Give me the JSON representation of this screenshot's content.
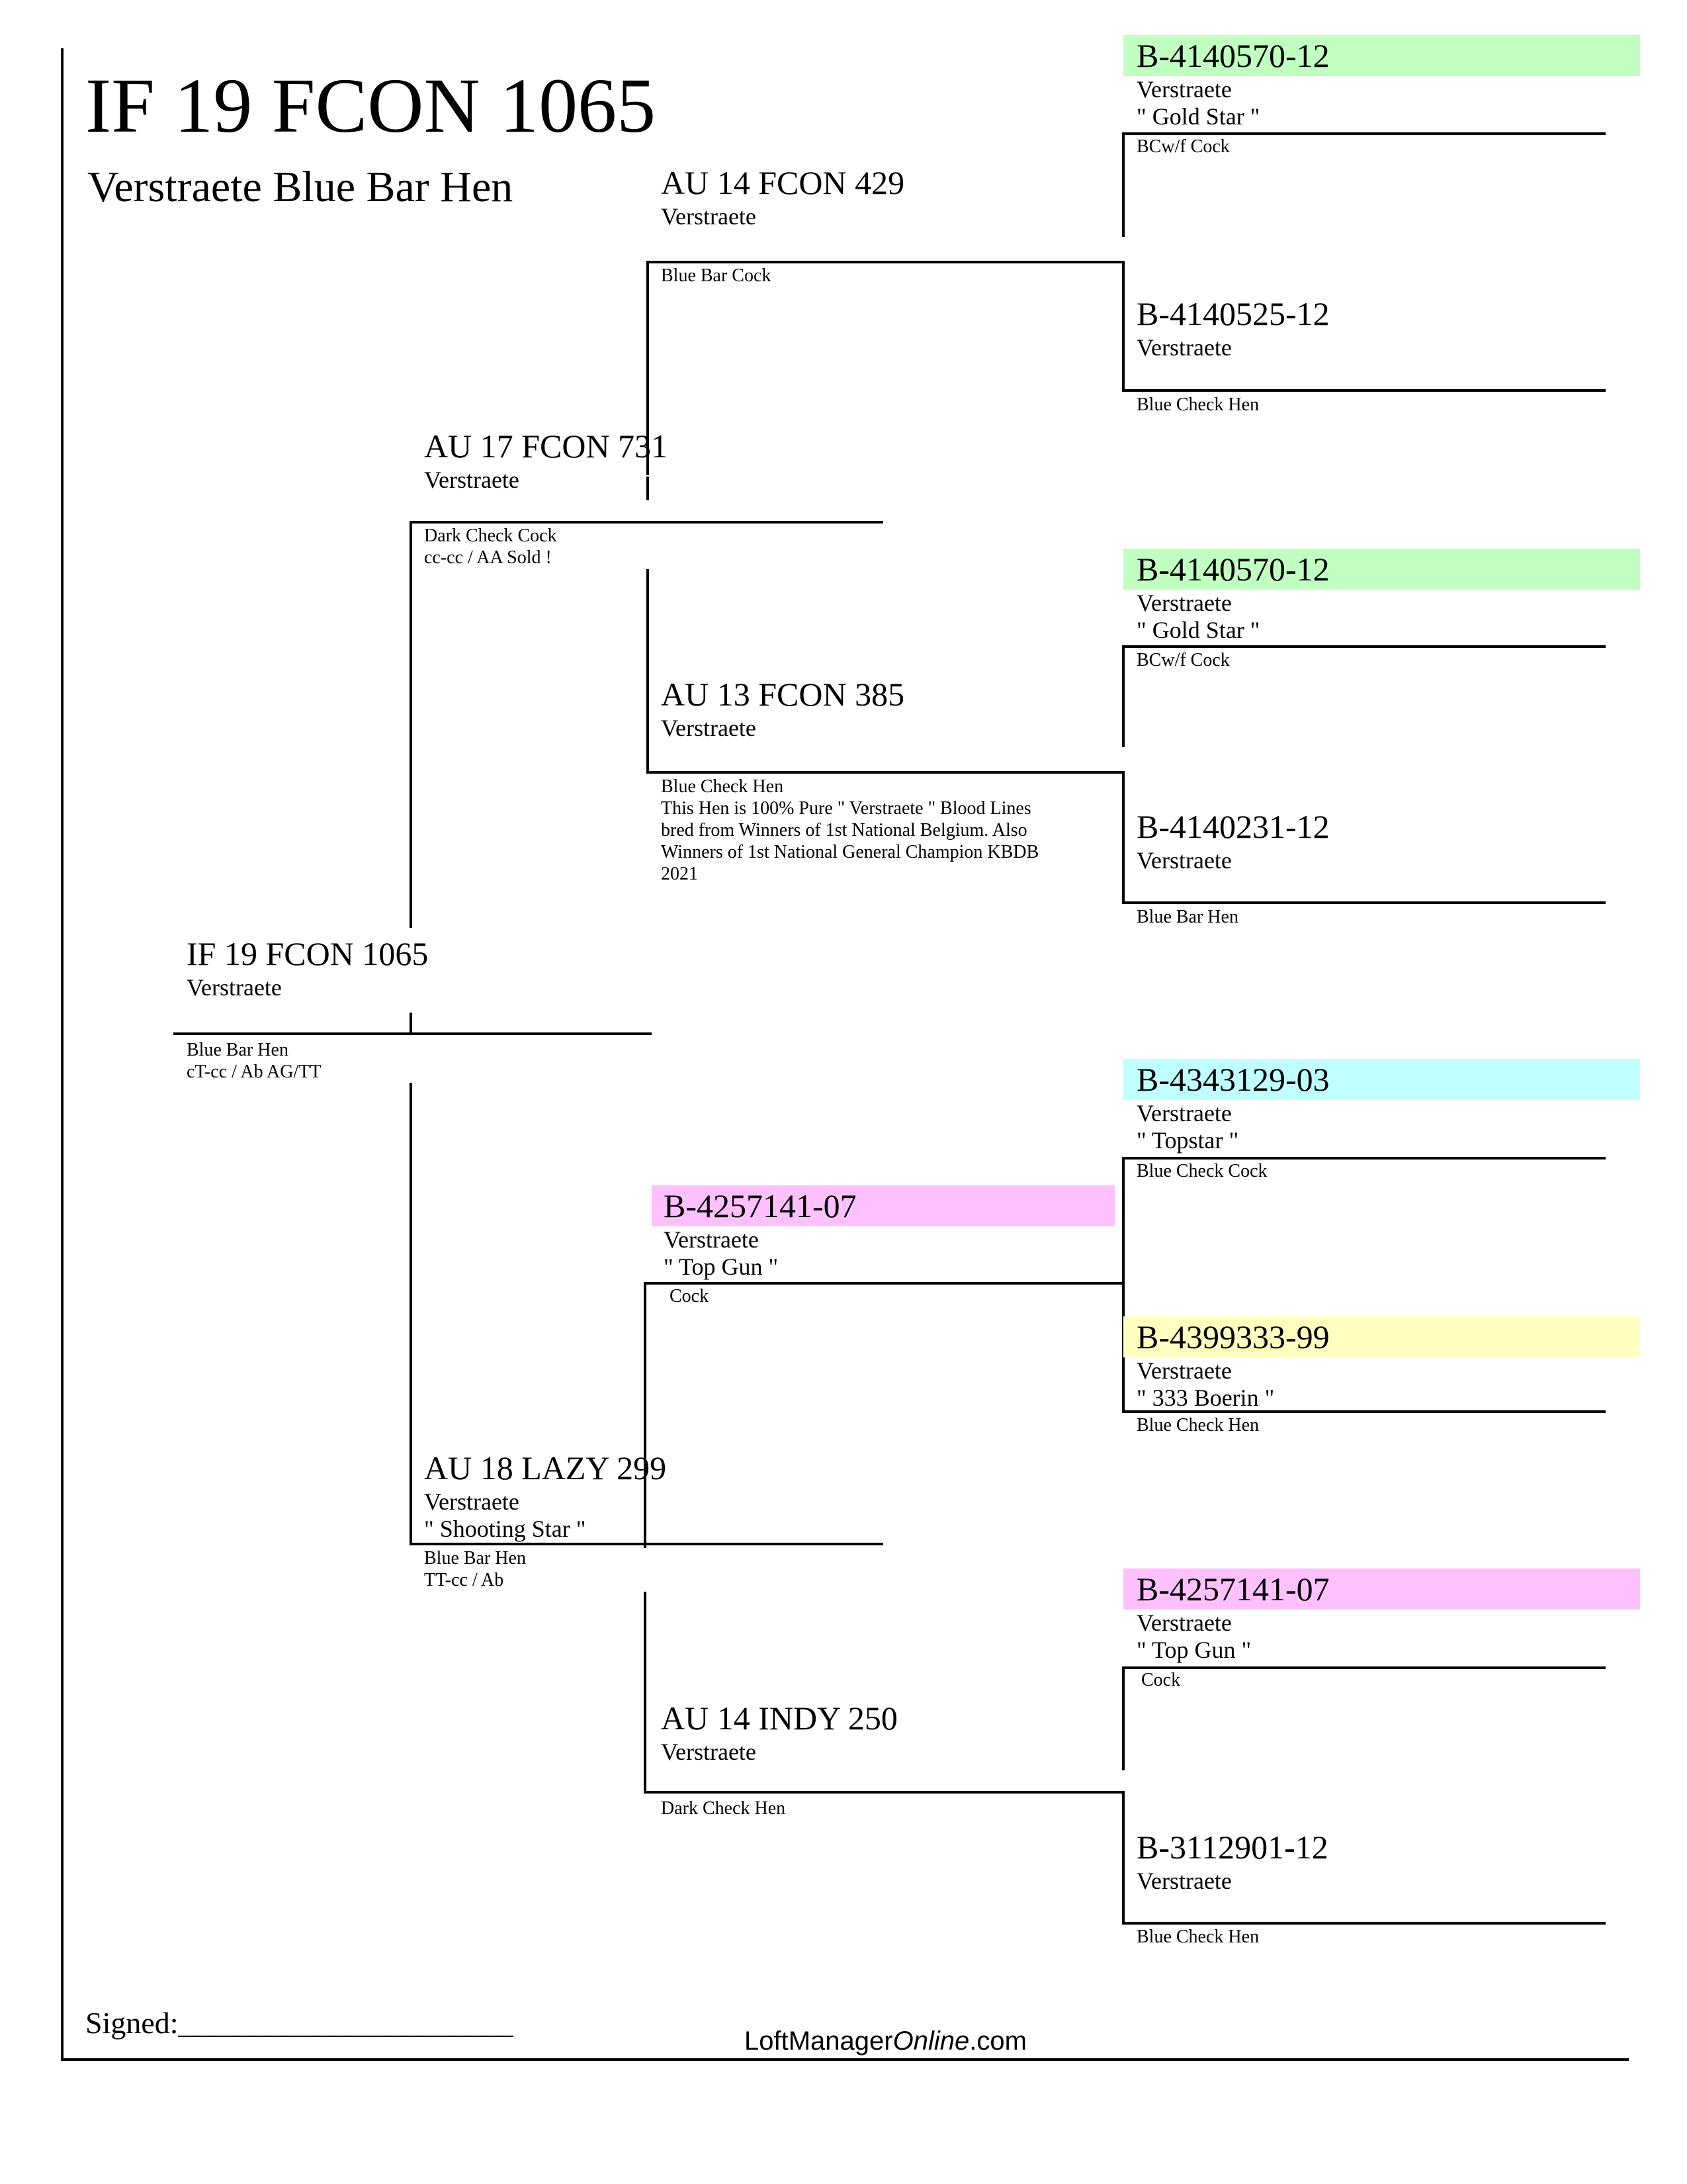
{
  "header": {
    "title": "IF 19 FCON 1065",
    "subtitle": "Verstraete Blue Bar Hen"
  },
  "colors": {
    "green": "#c0ffc0",
    "cyan": "#c0ffff",
    "yellow": "#ffffc0",
    "pink": "#ffc0ff"
  },
  "subject": {
    "name": "IF 19 FCON 1065",
    "line1": "Verstraete",
    "note1": "Blue Bar Hen",
    "note2": "cT-cc / Ab  AG/TT"
  },
  "sire": {
    "name": "AU 17 FCON 731",
    "line1": "Verstraete",
    "note1": "Dark Check Cock",
    "note2": "cc-cc / AA  Sold !"
  },
  "dam": {
    "name": "AU 18 LAZY 299",
    "line1": "Verstraete",
    "line2": "\" Shooting Star \"",
    "note1": "Blue Bar Hen",
    "note2": "TT-cc / Ab"
  },
  "ss": {
    "name": "AU 14 FCON 429",
    "line1": "Verstraete",
    "note1": "Blue Bar Cock"
  },
  "sd": {
    "name": "AU 13 FCON 385",
    "line1": "Verstraete",
    "note1": "Blue Check Hen",
    "note2": "This Hen is 100% Pure \" Verstraete \" Blood Lines",
    "note3": "bred from Winners of 1st National Belgium. Also",
    "note4": "Winners of 1st National General Champion KBDB",
    "note5": "2021"
  },
  "ds": {
    "name": "B-4257141-07",
    "line1": "Verstraete",
    "line2": "\" Top Gun \"",
    "note1": " Cock"
  },
  "dd": {
    "name": "AU 14 INDY 250",
    "line1": "Verstraete",
    "note1": "Dark Check Hen"
  },
  "g4": [
    {
      "name": "B-4140570-12",
      "line1": "Verstraete",
      "line2": "\" Gold Star \"",
      "note": "BCw/f Cock"
    },
    {
      "name": "B-4140525-12",
      "line1": "Verstraete",
      "note": "Blue Check Hen"
    },
    {
      "name": "B-4140570-12",
      "line1": "Verstraete",
      "line2": "\" Gold Star \"",
      "note": "BCw/f Cock"
    },
    {
      "name": "B-4140231-12",
      "line1": "Verstraete",
      "note": "Blue Bar Hen"
    },
    {
      "name": "B-4343129-03",
      "line1": "Verstraete",
      "line2": "\" Topstar \"",
      "note": "Blue Check Cock"
    },
    {
      "name": "B-4399333-99",
      "line1": "Verstraete",
      "line2": "\" 333 Boerin \"",
      "note": "Blue Check Hen"
    },
    {
      "name": "B-4257141-07",
      "line1": "Verstraete",
      "line2": "\" Top Gun \"",
      "note": " Cock"
    },
    {
      "name": "B-3112901-12",
      "line1": "Verstraete",
      "note": "Blue Check Hen"
    }
  ],
  "footer": {
    "signed": "Signed:______________________",
    "brand_a": "LoftManager",
    "brand_b": "Online",
    ".com": ".com",
    "brand_c": ".com"
  }
}
